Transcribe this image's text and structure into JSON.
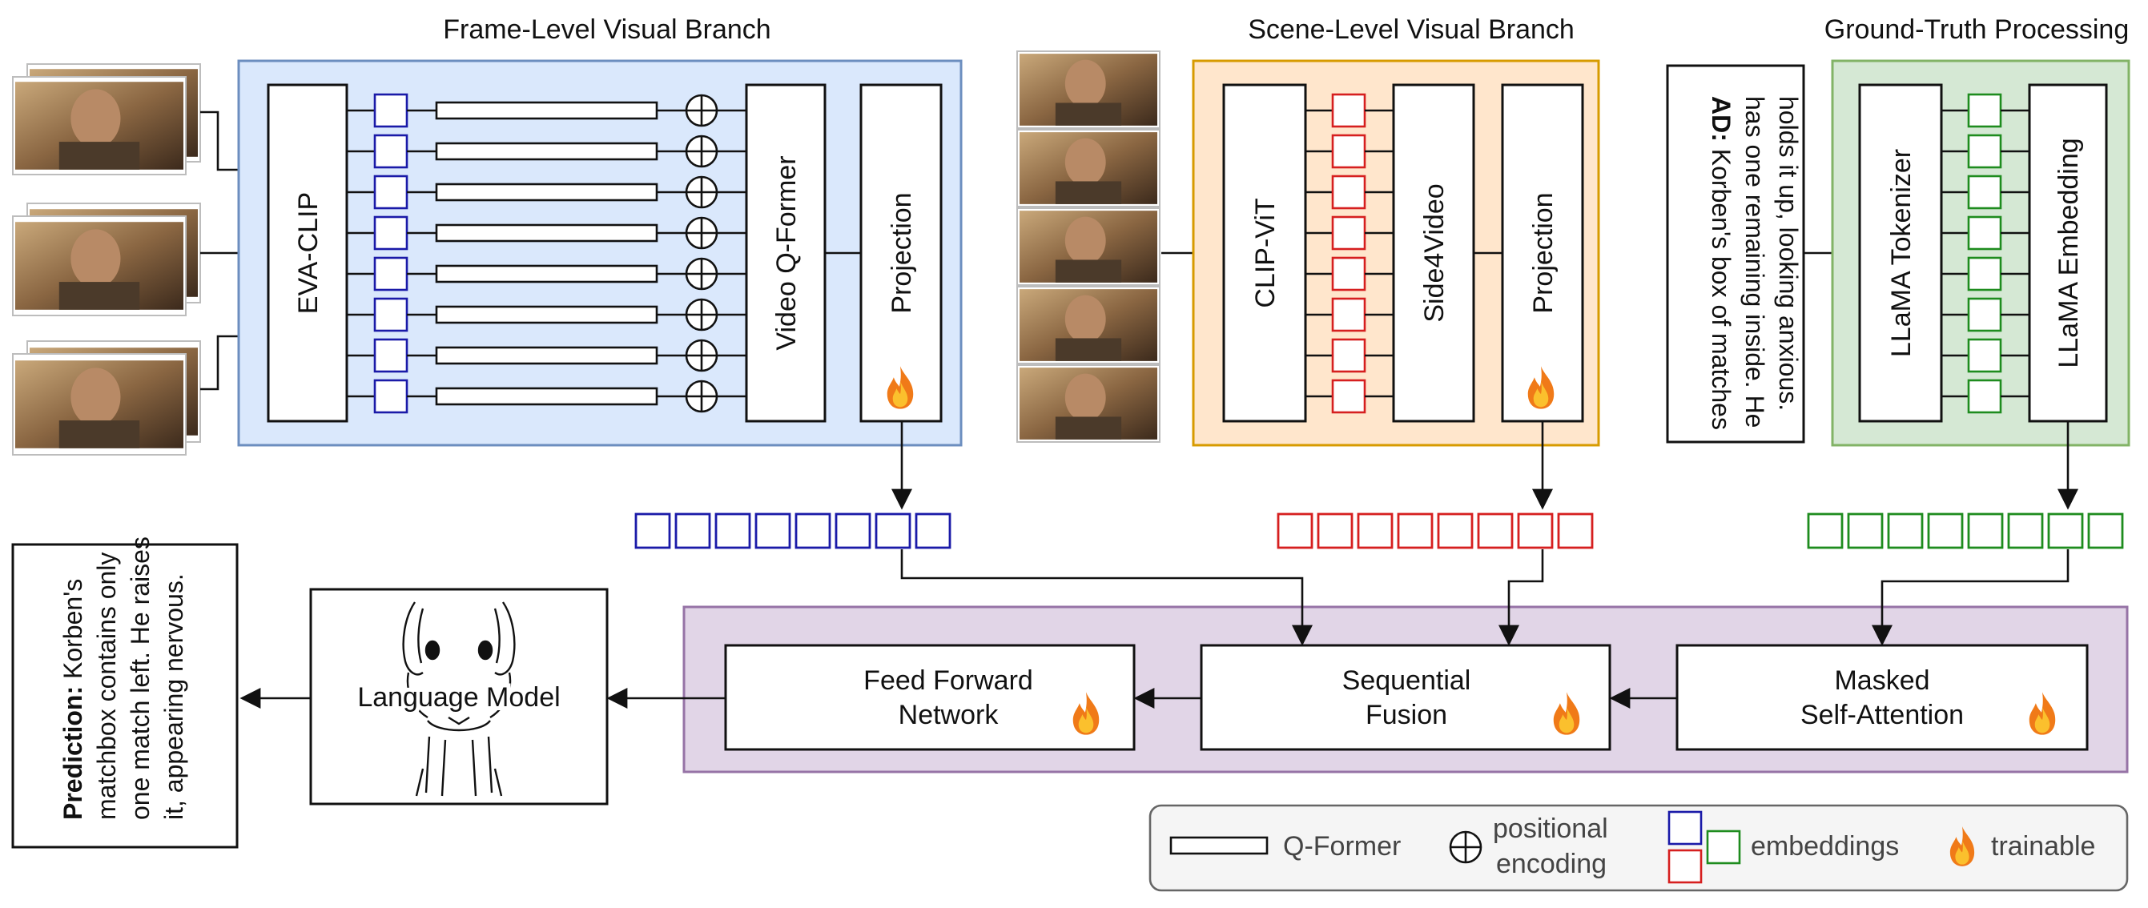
{
  "titles": {
    "frame_branch": "Frame-Level Visual Branch",
    "scene_branch": "Scene-Level Visual Branch",
    "gt_processing": "Ground-Truth Processing"
  },
  "modules": {
    "eva_clip": "EVA-CLIP",
    "video_qformer": "Video Q-Former",
    "projection_frame": "Projection",
    "clip_vit": "CLIP-ViT",
    "side4video": "Side4Video",
    "projection_scene": "Projection",
    "llama_tokenizer": "LLaMA Tokenizer",
    "llama_embedding": "LLaMA Embedding",
    "feed_forward_l1": "Feed Forward",
    "feed_forward_l2": "Network",
    "sequential_fusion_l1": "Sequential",
    "sequential_fusion_l2": "Fusion",
    "masked_attention_l1": "Masked",
    "masked_attention_l2": "Self-Attention",
    "language_model": "Language Model"
  },
  "ad_text": {
    "label": "AD:",
    "line1": "Korben's box of matches",
    "line2": "has one remaining inside. He",
    "line3": "holds it up, looking anxious."
  },
  "prediction_text": {
    "label": "Prediction:",
    "line1": "Korben's",
    "line2": "matchbox contains only",
    "line3": "one match left. He raises",
    "line4": "it, appearing nervous."
  },
  "legend": {
    "qformer": "Q-Former",
    "positional_l1": "positional",
    "positional_l2": "encoding",
    "embeddings": "embeddings",
    "trainable": "trainable"
  },
  "colors": {
    "frame_branch_fill": "#dae8fc",
    "frame_branch_stroke": "#6c8ebf",
    "scene_branch_fill": "#ffe6cc",
    "scene_branch_stroke": "#d79b00",
    "gt_fill": "#d5e8d4",
    "gt_stroke": "#82b366",
    "fusion_fill": "#e1d5e7",
    "fusion_stroke": "#9673a6",
    "frame_token": "#1a1aa8",
    "scene_token": "#d61f1f",
    "gt_token": "#1e8c1e",
    "legend_fill": "#f5f5f5"
  },
  "icons": {
    "trainable": "fire-icon",
    "positional": "circled-plus-icon",
    "language_model": "llama-icon"
  }
}
